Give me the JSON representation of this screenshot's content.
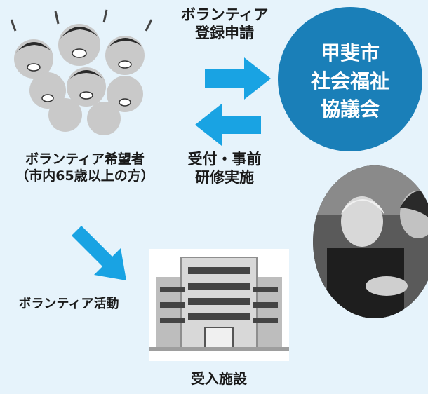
{
  "arrow_top_label": [
    "ボランティア",
    "登録申請"
  ],
  "arrow_bottom_label": [
    "受付・事前",
    "研修実施"
  ],
  "organization": [
    "甲斐市",
    "社会福祉",
    "協議会"
  ],
  "applicant_label": [
    "ボランティア希望者",
    "（市内65歳以上の方）"
  ],
  "activity_label": "ボランティア活動",
  "facility_label": "受入施設",
  "colors": {
    "arrow": "#19a3e3",
    "circle": "#1a7fb8",
    "background": "#e6f3fb"
  }
}
